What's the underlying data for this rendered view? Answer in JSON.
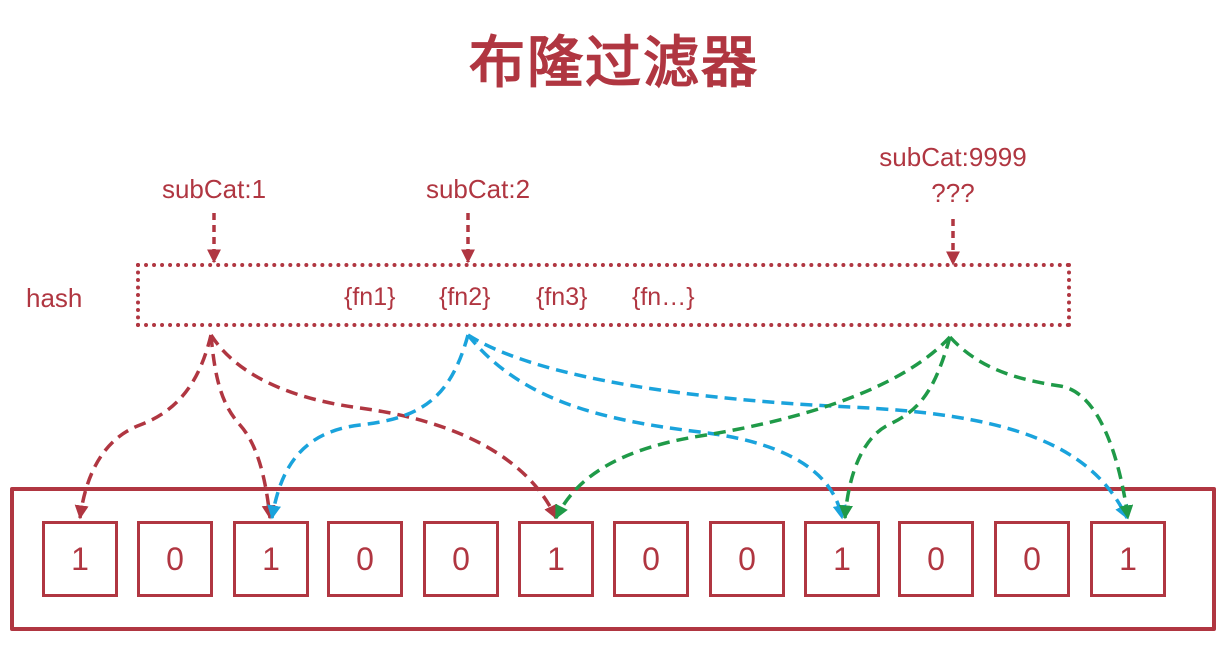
{
  "title": "布隆过滤器",
  "keys": [
    {
      "text": "subCat:1"
    },
    {
      "text": "subCat:2"
    },
    {
      "text": "subCat:9999",
      "subtext": "???"
    }
  ],
  "hash": {
    "label": "hash",
    "functions": [
      "{fn1}",
      "{fn2}",
      "{fn3}",
      "{fn…}"
    ]
  },
  "bits": [
    "1",
    "0",
    "1",
    "0",
    "0",
    "1",
    "0",
    "0",
    "1",
    "0",
    "0",
    "1"
  ],
  "colors": {
    "primary": "#b03641",
    "key1_arrows": "#b03641",
    "key2_arrows": "#1aa3dc",
    "key3_arrows": "#1f9a48"
  }
}
